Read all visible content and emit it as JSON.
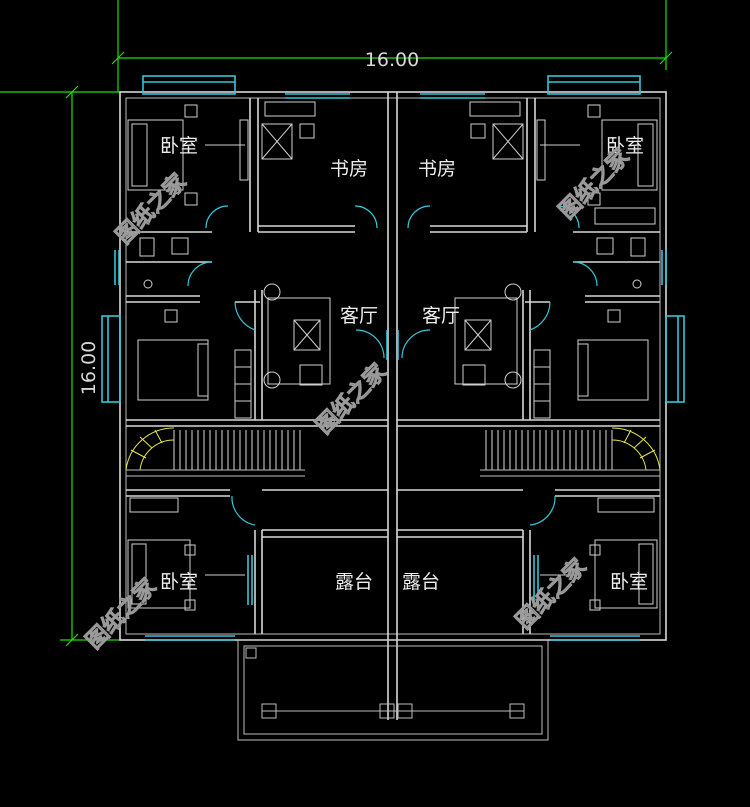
{
  "dimensions": {
    "top": "16.00",
    "left": "16.00"
  },
  "rooms": {
    "bedroom_nw": "卧室",
    "study_w": "书房",
    "study_e": "书房",
    "bedroom_ne": "卧室",
    "living_w": "客厅",
    "living_e": "客厅",
    "bedroom_sw": "卧室",
    "terrace_w": "露台",
    "terrace_e": "露台",
    "bedroom_se": "卧室"
  },
  "watermark": "图纸之家",
  "colors": {
    "background": "#000000",
    "wall": "#d8d8d8",
    "glass": "#35c6d8",
    "dimension": "#1fe000",
    "stair_curve": "#e6e64a"
  }
}
